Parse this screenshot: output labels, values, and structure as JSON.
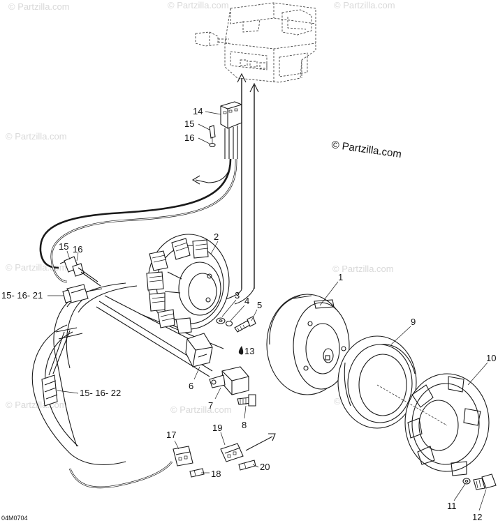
{
  "copyright": "© Partzilla.com",
  "watermark": "© Partzilla.com",
  "drawing_code": "04M0704",
  "callouts": [
    "1",
    "2",
    "3",
    "4",
    "5",
    "6",
    "7",
    "8",
    "9",
    "10",
    "11",
    "12",
    "13",
    "14",
    "15",
    "16",
    "15",
    "16",
    "15- 16- 21",
    "15- 16- 22",
    "17",
    "18",
    "19",
    "20"
  ],
  "colors": {
    "line": "#1a1a1a",
    "watermark": "#d9d9d9",
    "background": "#ffffff"
  }
}
